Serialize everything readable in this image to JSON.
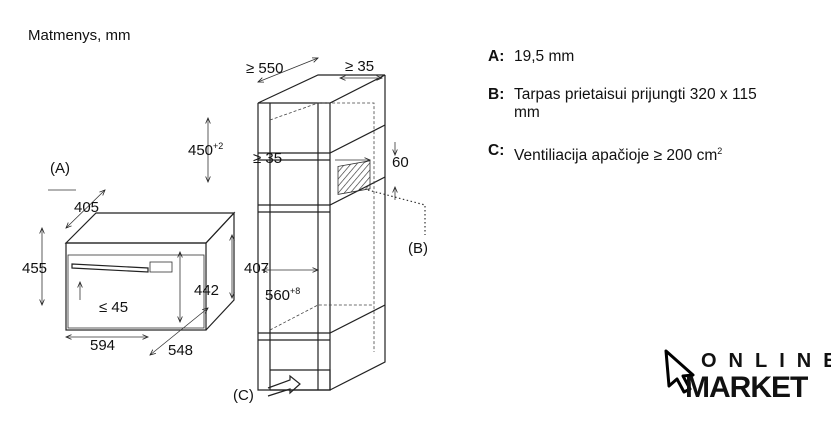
{
  "title": "Matmenys, mm",
  "notes": [
    {
      "key": "A:",
      "text": "19,5 mm"
    },
    {
      "key": "B:",
      "text": "Tarpas prietaisui prijungti 320 x 115 mm"
    },
    {
      "key": "C:",
      "text": "Ventiliacija apačioje ≥ 200 cm",
      "sup": "2"
    }
  ],
  "dimensions": {
    "oven_width": "594",
    "oven_depth": "548",
    "oven_height": "455",
    "oven_inner_height": "442",
    "oven_side_height": "407",
    "oven_top_depth": "405",
    "front_gap": "≤ 45",
    "label_a": "(A)",
    "niche_depth": "≥ 550",
    "rear_gap": "≥ 35",
    "niche_height": "450",
    "niche_height_tol": "+2",
    "vent_gap": "≥ 35",
    "vent_height": "60",
    "niche_width": "560",
    "niche_width_tol": "+8",
    "label_b": "(B)",
    "label_c": "(C)"
  },
  "logo": {
    "line1": "ONLINE",
    "line2": "MARKET"
  }
}
